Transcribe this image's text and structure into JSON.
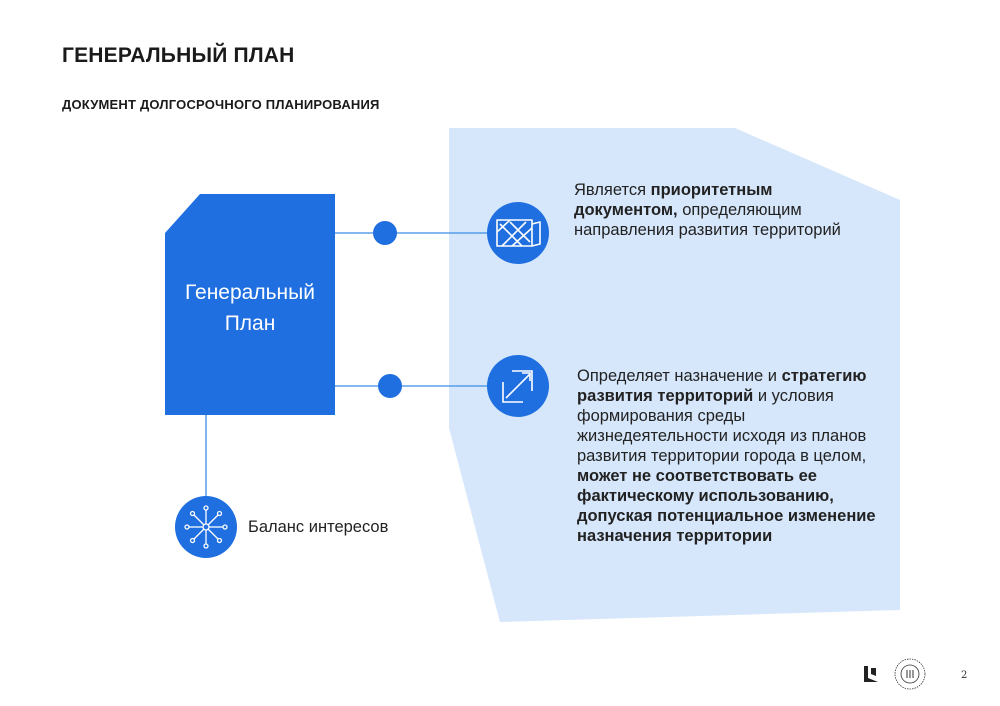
{
  "header": {
    "title": "ГЕНЕРАЛЬНЫЙ ПЛАН",
    "subtitle": "ДОКУМЕНТ ДОЛГОСРОЧНОГО ПЛАНИРОВАНИЯ"
  },
  "document_block": {
    "line1": "Генеральный",
    "line2": "План"
  },
  "item1": {
    "t1": "Является ",
    "b1": "приоритетным документом,",
    "t2": " определяющим направления развития территорий",
    "icon": "map-icon"
  },
  "item2": {
    "t1": "Определяет назначение и ",
    "b1": "стратегию развития территорий",
    "t2": " и условия формирования среды жизнедеятельности исходя из планов развития территории города в целом, ",
    "b2": "может не соответствовать ее фактическому использованию, допуская потенциальное изменение назначения территории",
    "icon": "expand-arrow-icon"
  },
  "balance": {
    "label": "Баланс интересов",
    "icon": "network-icon"
  },
  "footer": {
    "page_number": "2"
  },
  "colors": {
    "primary_blue": "#1f6fe0",
    "light_blue_panel": "#d6e7fb",
    "line_blue": "#3b8ee6"
  }
}
